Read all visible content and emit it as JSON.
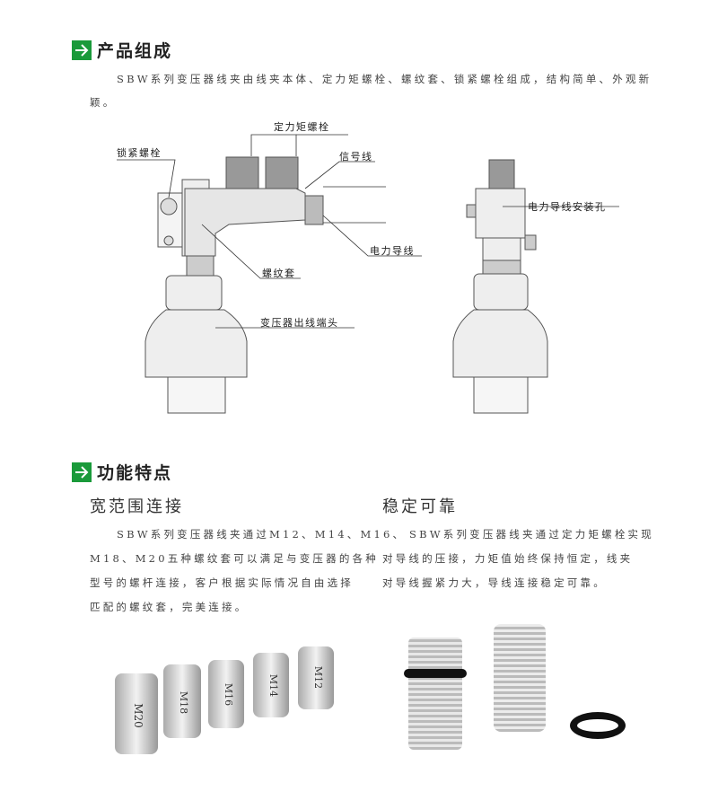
{
  "section1": {
    "title": "产品组成",
    "lines": [
      "SBW系列变压器线夹由线夹本体、定力矩螺栓、螺纹套、锁紧螺栓组成，结构简单、外观新",
      "颖。"
    ]
  },
  "diagram": {
    "labels": {
      "torque_bolt": "定力矩螺栓",
      "lock_bolt": "锁紧螺栓",
      "signal_wire": "信号线",
      "power_wire": "电力导线",
      "thread_sleeve": "螺纹套",
      "terminal": "变压器出线端头",
      "mount_hole": "电力导线安装孔"
    }
  },
  "section2": {
    "title": "功能特点",
    "left": {
      "heading": "宽范围连接",
      "lines": [
        "SBW系列变压器线夹通过M12、M14、M16、",
        "M18、M20五种螺纹套可以满足与变压器的各种",
        "型号的螺杆连接，客户根据实际情况自由选择",
        "匹配的螺纹套，完美连接。"
      ]
    },
    "right": {
      "heading": "稳定可靠",
      "lines": [
        "SBW系列变压器线夹通过定力矩螺栓实现",
        "对导线的压接，力矩值始终保持恒定，线夹",
        "对导线握紧力大，导线连接稳定可靠。"
      ]
    }
  },
  "sleeves": [
    "M20",
    "M18",
    "M16",
    "M14",
    "M12"
  ],
  "colors": {
    "accent": "#1a9a3a"
  }
}
